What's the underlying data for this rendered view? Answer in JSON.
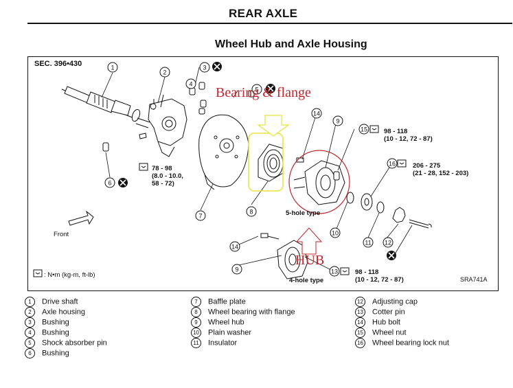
{
  "header": {
    "title": "REAR AXLE",
    "subtitle": "Wheel Hub and Axle Housing"
  },
  "figure": {
    "section": "SEC. 396•430",
    "figure_id": "SRA741A",
    "unit_note": ": N•m (kg-m, ft-lb)",
    "front_label": "Front",
    "hub5_label": "5-hole type",
    "hub4_label": "4-hole type",
    "callouts": [
      "1",
      "2",
      "3",
      "4",
      "5",
      "6",
      "7",
      "8",
      "9",
      "10",
      "11",
      "12",
      "13",
      "14",
      "15",
      "16"
    ],
    "torque": {
      "axle_housing": [
        "78 - 98",
        "(8.0 - 10.0,",
        "58 - 72)"
      ],
      "wheel_nut_top": [
        "98 - 118",
        "(10 - 12, 72 - 87)"
      ],
      "lock_nut": [
        "206 - 275",
        "(21 - 28, 152 - 203)"
      ],
      "wheel_nut_bottom": [
        "98 - 118",
        "(10 - 12, 72 - 87)"
      ]
    },
    "annotations": {
      "bearing": "Bearing & flange",
      "hub": "HUB"
    },
    "colors": {
      "annotation_red": "#c0262b",
      "highlight_yellow": "#e8e23a"
    }
  },
  "legend": [
    {
      "num": "1",
      "label": "Drive shaft"
    },
    {
      "num": "2",
      "label": "Axle housing"
    },
    {
      "num": "3",
      "label": "Bushing"
    },
    {
      "num": "4",
      "label": "Bushing"
    },
    {
      "num": "5",
      "label": "Shock absorber pin"
    },
    {
      "num": "6",
      "label": "Bushing"
    },
    {
      "num": "7",
      "label": "Baffle plate"
    },
    {
      "num": "8",
      "label": "Wheel bearing with flange"
    },
    {
      "num": "9",
      "label": "Wheel hub"
    },
    {
      "num": "10",
      "label": "Plain washer"
    },
    {
      "num": "11",
      "label": "Insulator"
    },
    {
      "num": "12",
      "label": "Adjusting cap"
    },
    {
      "num": "13",
      "label": "Cotter pin"
    },
    {
      "num": "14",
      "label": "Hub bolt"
    },
    {
      "num": "15",
      "label": "Wheel nut"
    },
    {
      "num": "16",
      "label": "Wheel bearing lock nut"
    }
  ]
}
